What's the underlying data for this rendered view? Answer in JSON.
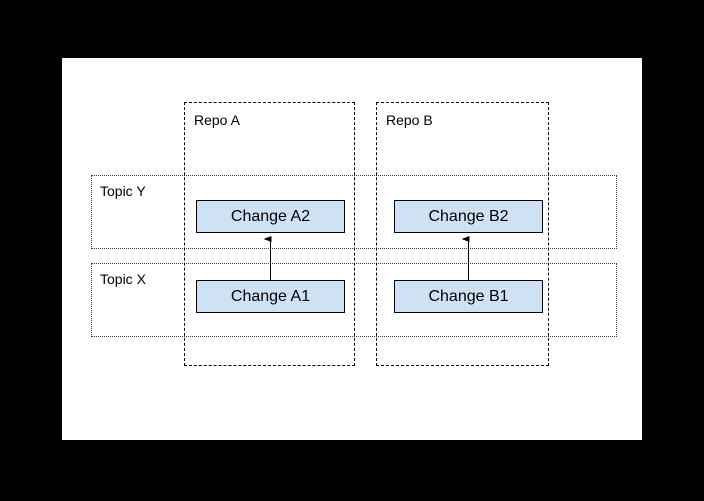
{
  "diagram": {
    "repos": [
      {
        "label": "Repo A"
      },
      {
        "label": "Repo B"
      }
    ],
    "topics": [
      {
        "label": "Topic Y"
      },
      {
        "label": "Topic X"
      }
    ],
    "changes": [
      {
        "label": "Change A2"
      },
      {
        "label": "Change B2"
      },
      {
        "label": "Change A1"
      },
      {
        "label": "Change B1"
      }
    ],
    "arrows": [
      {
        "from": "Change A1",
        "to": "Change A2"
      },
      {
        "from": "Change B1",
        "to": "Change B2"
      }
    ],
    "colors": {
      "page_background": "#000000",
      "canvas_background": "#ffffff",
      "change_box_fill": "#cfe2f3",
      "change_box_border": "#000000",
      "repo_border": "#000000",
      "topic_border": "#3d3d3d",
      "text": "#000000"
    }
  }
}
